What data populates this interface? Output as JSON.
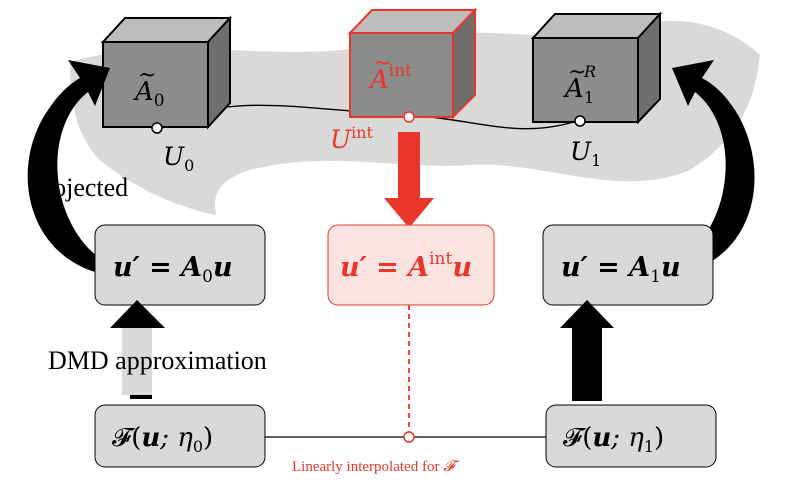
{
  "cubes": {
    "left": {
      "base": "A",
      "sub": "0",
      "sup": "",
      "rim": "U",
      "rim_sub": "0"
    },
    "middle": {
      "base": "A",
      "sub": "",
      "sup": "int",
      "rim": "U",
      "rim_sup": "int"
    },
    "right": {
      "base": "A",
      "sub": "1",
      "sup": "R",
      "rim": "U",
      "rim_sub": "1"
    }
  },
  "boxes": {
    "left": {
      "lhs": "u′ = A",
      "sub": "0",
      "rhs": "u"
    },
    "middle": {
      "lhs": "u′ = A",
      "sup": "int",
      "rhs": "u"
    },
    "right": {
      "lhs": "u′ = A",
      "sub": "1",
      "rhs": "u"
    },
    "f_left": {
      "func": "𝓕(",
      "arg": "u",
      "sep": "; η",
      "sub": "0",
      "close": ")"
    },
    "f_right": {
      "func": "𝓕(",
      "arg": "u",
      "sep": "; η",
      "sub": "1",
      "close": ")"
    }
  },
  "labels": {
    "projected": "Projected",
    "dmd": "DMD approximation",
    "interp_prefix": "Linearly interpolated for ",
    "interp_symbol": "𝓕"
  },
  "colors": {
    "accent": "#e8372a",
    "cube_fill": "#8c8c8c",
    "cube_light": "#bdbdbd",
    "manifold": "#d9d9d9",
    "box_fill": "#d9d9d9"
  }
}
